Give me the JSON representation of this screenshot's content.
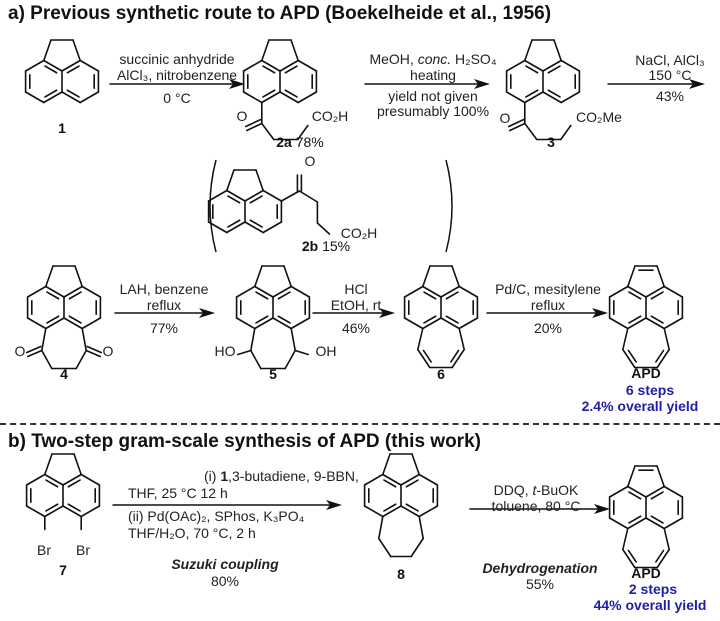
{
  "section_a": {
    "title": "a) Previous synthetic route to APD (Boekelheide et al., 1956)",
    "compounds": {
      "c1": "1",
      "c2a": "2a",
      "c2a_yield": "78%",
      "c3": "3",
      "c2b": "2b",
      "c2b_yield": "15%",
      "c4": "4",
      "c5": "5",
      "c6": "6",
      "apd": "APD"
    },
    "groups": {
      "co2h": "CO₂H",
      "co2me": "CO₂Me",
      "o": "O",
      "ho": "HO",
      "oh": "OH"
    },
    "steps": [
      {
        "above": [
          "succinic anhydride",
          "AlCl₃, nitrobenzene"
        ],
        "below": [
          "0 °C"
        ]
      },
      {
        "above": [
          "MeOH, conc. H₂SO₄",
          "heating"
        ],
        "below": [
          "yield not given",
          "presumably 100%"
        ]
      },
      {
        "above": [
          "NaCl, AlCl₃",
          "150 °C"
        ],
        "below": [
          "43%"
        ]
      },
      {
        "above": [
          "LAH, benzene",
          "reflux"
        ],
        "below": [
          "77%"
        ]
      },
      {
        "above": [
          "HCl",
          "EtOH, rt"
        ],
        "below": [
          "46%"
        ]
      },
      {
        "above": [
          "Pd/C, mesitylene",
          "reflux"
        ],
        "below": [
          "20%"
        ]
      }
    ],
    "summary": {
      "steps": "6 steps",
      "yield": "2.4% overall yield"
    }
  },
  "section_b": {
    "title": "b) Two-step gram-scale synthesis of APD (this work)",
    "compounds": {
      "c7": "7",
      "c8": "8",
      "apd": "APD"
    },
    "groups": {
      "br": "Br"
    },
    "steps": [
      {
        "above": [
          "(i) 1,3-butadiene, 9-BBN,",
          "THF, 25 °C 12 h"
        ],
        "below": [
          "(ii) Pd(OAc)₂, SPhos, K₃PO₄",
          "THF/H₂O, 70 °C, 2 h"
        ],
        "name": "Suzuki coupling",
        "yield": "80%"
      },
      {
        "above": [
          "DDQ, t-BuOK",
          "toluene, 80 °C"
        ],
        "name": "Dehydrogenation",
        "yield": "55%"
      }
    ],
    "summary": {
      "steps": "2 steps",
      "yield": "44% overall yield"
    }
  },
  "colors": {
    "ink": "#111111",
    "accent": "#1e1ea6"
  }
}
